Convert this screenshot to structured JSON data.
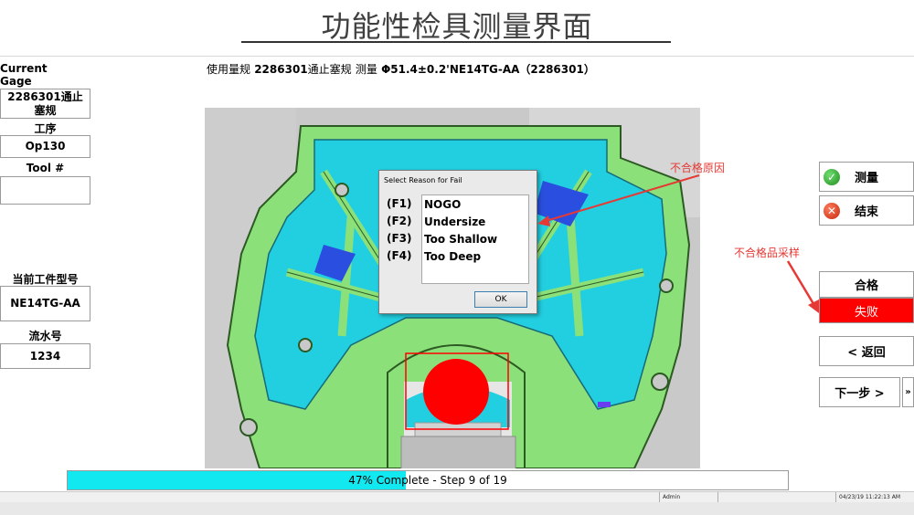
{
  "slide": {
    "title": "功能性检具测量界面"
  },
  "left_panel": {
    "current_gage_label": "Current Gage",
    "current_gage_value": "2286301通止塞规",
    "process_label": "工序",
    "process_value": "Op130",
    "tool_label": "Tool #",
    "tool_value": "",
    "part_type_label": "当前工件型号",
    "part_type_value": "NE14TG-AA",
    "serial_label": "流水号",
    "serial_value": "1234"
  },
  "header": {
    "gage_prefix": "使用量规",
    "gage_id": "2286301",
    "gage_name": "通止塞规",
    "measure_label": "测量",
    "measure_spec": "Φ51.4±0.2'NE14TG-AA（2286301）"
  },
  "dialog": {
    "title": "Select Reason for Fail",
    "items": [
      {
        "key": "(F1)",
        "label": "NOGO"
      },
      {
        "key": "(F2)",
        "label": "Undersize"
      },
      {
        "key": "(F3)",
        "label": "Too Shallow"
      },
      {
        "key": "(F4)",
        "label": "Too Deep"
      }
    ],
    "ok_label": "OK"
  },
  "annotations": {
    "fail_reason": "不合格原因",
    "fail_sampling": "不合格品采样",
    "color": "#e53935"
  },
  "right_panel": {
    "measure_label": "测量",
    "end_label": "结束",
    "pass_label": "合格",
    "fail_label": "失败",
    "back_label": "< 返回",
    "next_label": "下一步 >",
    "more_label": "»"
  },
  "progress": {
    "text": "47% Complete - Step 9 of 19",
    "percent": 47,
    "color": "#12e8ef"
  },
  "statusbar": {
    "user": "Admin",
    "datetime": "04/23/19 11:22:13 AM"
  },
  "colors": {
    "part_green": "#8be07a",
    "part_cyan": "#22cfe0",
    "part_blue": "#2a4fe0",
    "fail_red": "#ff0000"
  }
}
